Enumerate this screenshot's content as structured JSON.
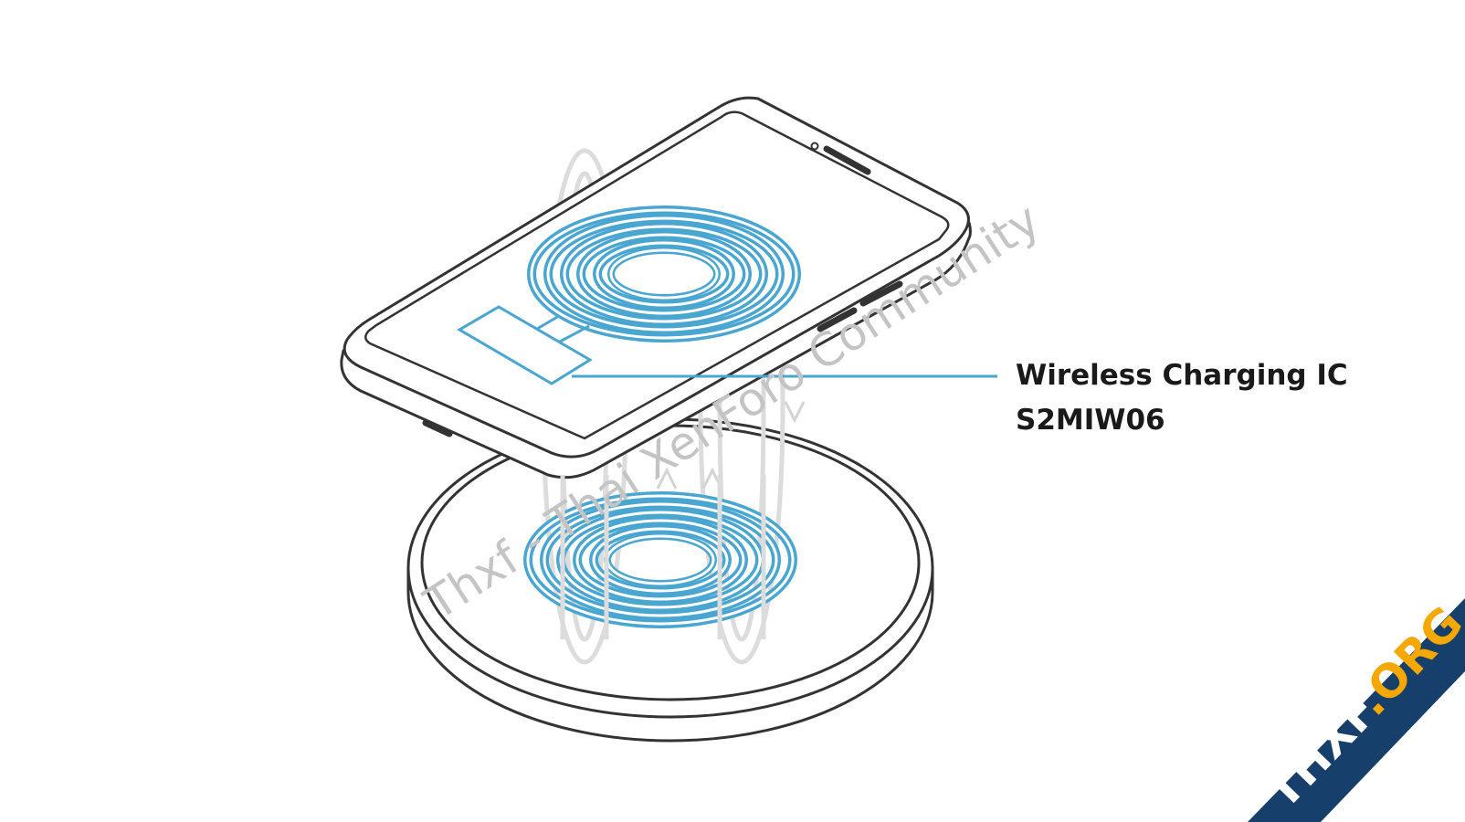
{
  "callout": {
    "line1": "Wireless Charging IC",
    "line2": "S2MIW06"
  },
  "watermark": {
    "text": "Thxf - Thai XenForo Community"
  },
  "corner_logo": {
    "part1": "THXF",
    "part2": ".ORG"
  },
  "colors": {
    "coil": "#49a6d1",
    "outline": "#333333",
    "field_lines": "#dcdcdc",
    "corner_bg": "#163f6b",
    "corner_text": "#ffffff",
    "corner_accent": "#f5a800"
  },
  "icons": [
    "smartphone-illustration",
    "wireless-charging-pad-illustration",
    "induction-coil",
    "magnetic-field-lines"
  ]
}
